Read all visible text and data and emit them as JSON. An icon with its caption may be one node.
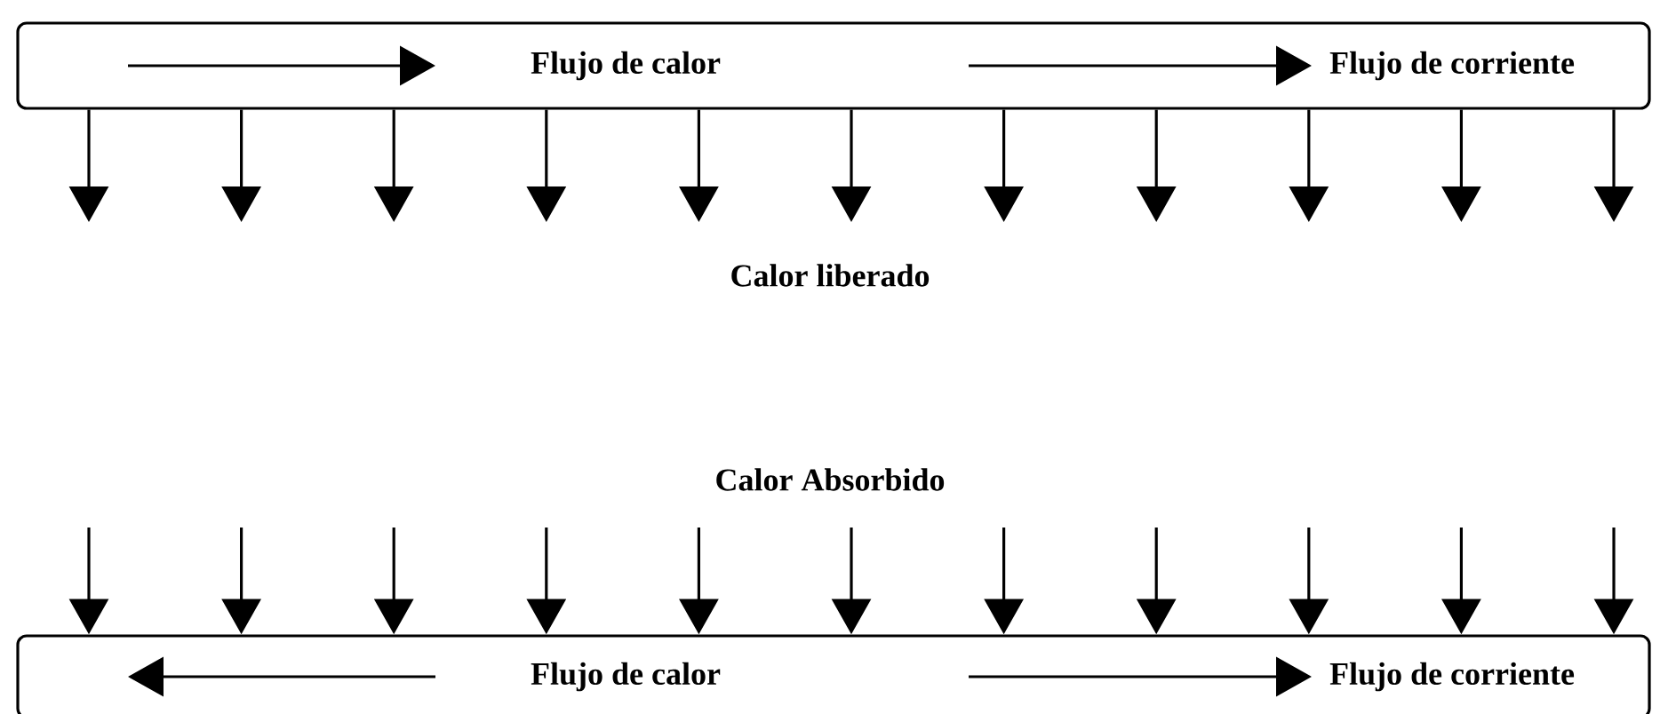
{
  "diagram": {
    "nodes": [
      {
        "text": [
          "Flujo de calor",
          "Flujo de corriente"
        ]
      },
      {
        "text": [
          "Flujo de calor",
          "Flujo de corriente"
        ]
      }
    ],
    "edges": [
      {
        "from": 0,
        "to": null,
        "arrow": "to"
      },
      {
        "from": 0,
        "to": null,
        "arrow": "to"
      },
      {
        "from": 0,
        "to": null,
        "arrow": "to"
      },
      {
        "from": 0,
        "to": null,
        "arrow": "to"
      },
      {
        "from": 0,
        "to": null,
        "arrow": "to"
      },
      {
        "from": 0,
        "to": null,
        "arrow": "to"
      },
      {
        "from": 0,
        "to": null,
        "arrow": "to"
      },
      {
        "from": 0,
        "to": null,
        "arrow": "to"
      },
      {
        "from": 0,
        "to": null,
        "arrow": "to"
      },
      {
        "from": 0,
        "to": null,
        "arrow": "to"
      },
      {
        "from": 0,
        "to": null,
        "arrow": "to"
      },
      {
        "from": null,
        "to": 1,
        "arrow": "to"
      },
      {
        "from": null,
        "to": 1,
        "arrow": "to"
      },
      {
        "from": null,
        "to": 1,
        "arrow": "to"
      },
      {
        "from": null,
        "to": 1,
        "arrow": "to"
      },
      {
        "from": null,
        "to": 1,
        "arrow": "to"
      },
      {
        "from": null,
        "to": 1,
        "arrow": "to"
      },
      {
        "from": null,
        "to": 1,
        "arrow": "to"
      },
      {
        "from": null,
        "to": 1,
        "arrow": "to"
      },
      {
        "from": null,
        "to": 1,
        "arrow": "to"
      },
      {
        "from": null,
        "to": 1,
        "arrow": "to"
      },
      {
        "from": null,
        "to": 1,
        "arrow": "to"
      }
    ],
    "labels": [
      "Calor liberado",
      "Calor Absorbido"
    ]
  }
}
